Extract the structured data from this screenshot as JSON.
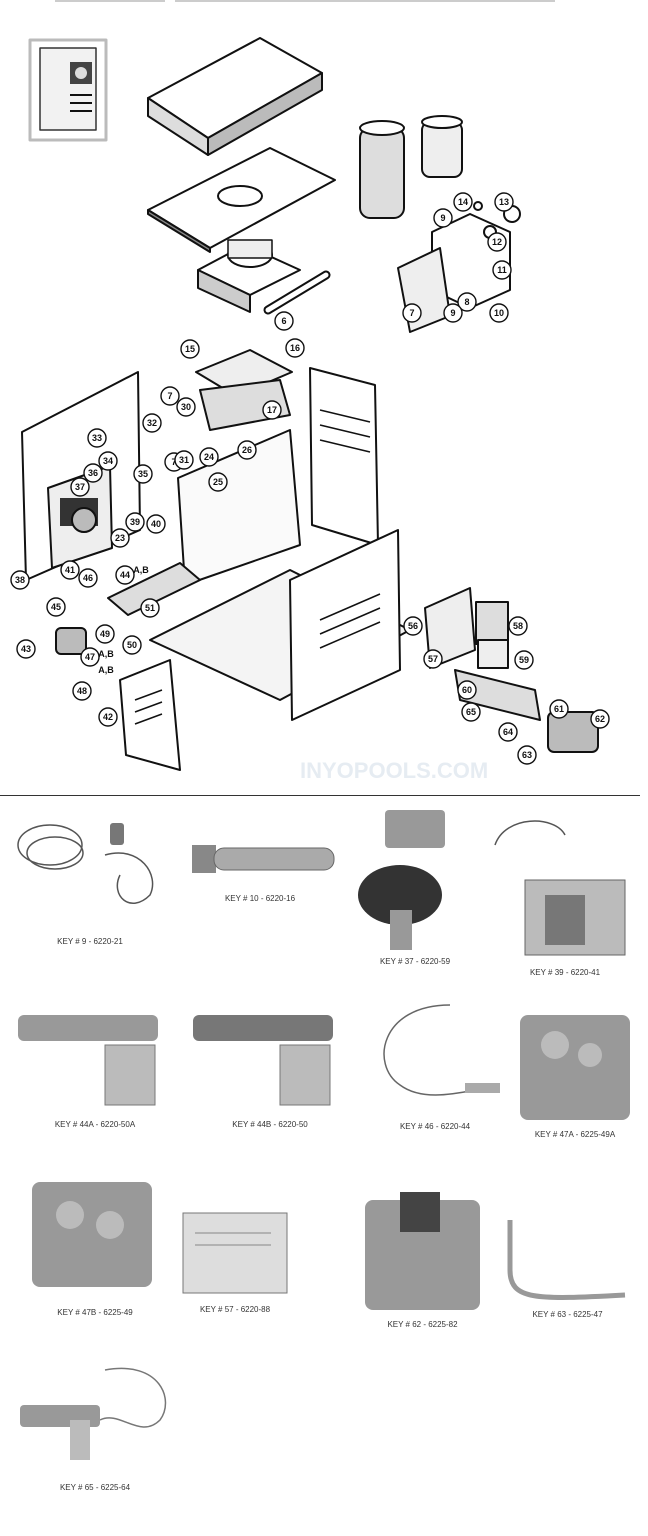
{
  "watermark": "INYOPOOLS.COM",
  "callouts": [
    "6",
    "7",
    "8",
    "9",
    "9",
    "10",
    "11",
    "12",
    "13",
    "14",
    "7",
    "15",
    "16",
    "17",
    "7",
    "30",
    "32",
    "33",
    "34",
    "36",
    "37",
    "31",
    "24",
    "26",
    "35",
    "25",
    "39",
    "40",
    "23",
    "38",
    "41",
    "46",
    "44",
    "A,B",
    "45",
    "51",
    "49",
    "50",
    "43",
    "47",
    "A,B",
    "A,B",
    "48",
    "42",
    "56",
    "58",
    "57",
    "59",
    "60",
    "65",
    "61",
    "62",
    "64",
    "63"
  ],
  "parts": [
    {
      "caption": "KEY # 9 - 6220-21"
    },
    {
      "caption": "KEY # 10 - 6220-16"
    },
    {
      "caption": "KEY # 37 - 6220-59"
    },
    {
      "caption": "KEY # 39 - 6220-41"
    },
    {
      "caption": "KEY # 44A - 6220-50A"
    },
    {
      "caption": "KEY # 44B - 6220-50"
    },
    {
      "caption": "KEY # 46 - 6220-44"
    },
    {
      "caption": "KEY # 47A - 6225-49A"
    },
    {
      "caption": "KEY # 47B - 6225-49"
    },
    {
      "caption": "KEY # 57 - 6220-88"
    },
    {
      "caption": "KEY # 62 - 6225-82"
    },
    {
      "caption": "KEY # 63 - 6225-47"
    },
    {
      "caption": "KEY # 65 - 6225-64"
    }
  ]
}
